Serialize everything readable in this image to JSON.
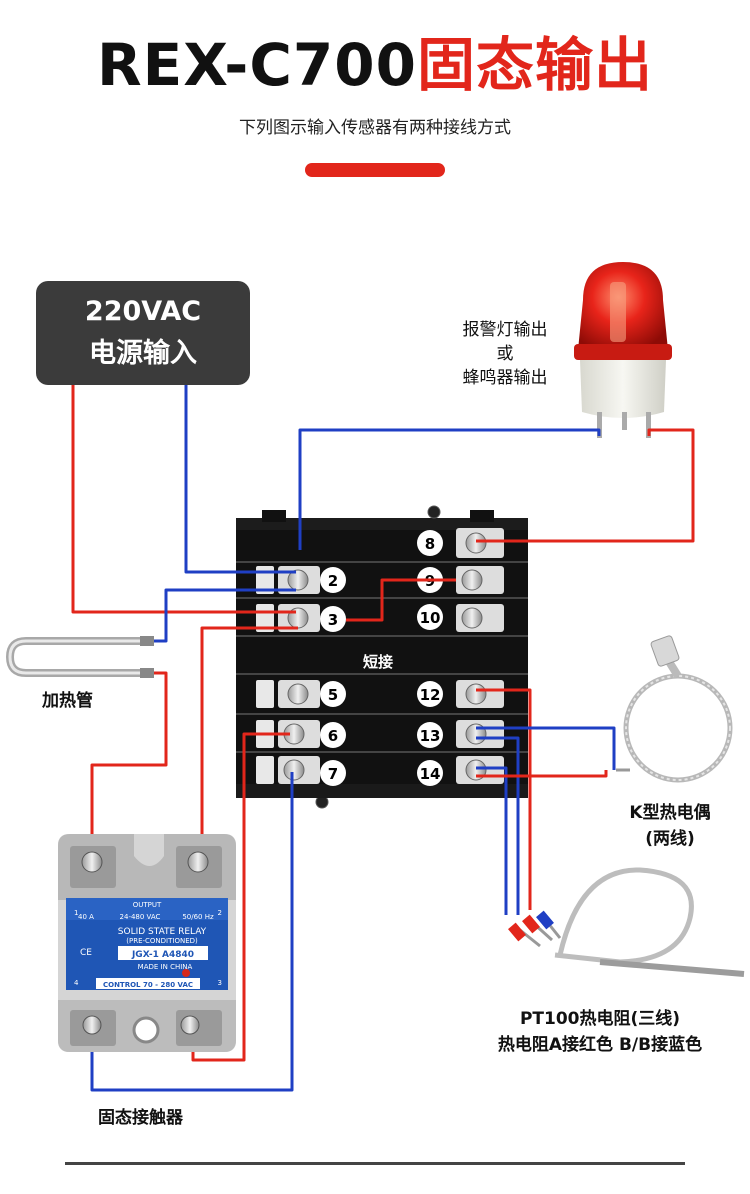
{
  "title": {
    "model": "REX-C700",
    "suffix": "固态输出"
  },
  "subtitle": "下列图示输入传感器有两种接线方式",
  "power": {
    "line1": "220VAC",
    "line2": "电源输入"
  },
  "alarm": {
    "line1": "报警灯输出",
    "line2": "或",
    "line3": "蜂鸣器输出"
  },
  "heater_label": "加热管",
  "short_label": "短接",
  "terminals_left": [
    "2",
    "3",
    "5",
    "6",
    "7"
  ],
  "terminals_right": [
    "8",
    "9",
    "10",
    "12",
    "13",
    "14"
  ],
  "thermocouple": {
    "line1": "K型热电偶",
    "line2": "(两线)"
  },
  "rtd": {
    "line1": "PT100热电阻(三线)",
    "line2": "热电阻A接红色  B/B接蓝色"
  },
  "ssr": {
    "output_label": "OUTPUT",
    "ratings": [
      "40 A",
      "24-480 VAC",
      "50/60 Hz"
    ],
    "name": "SOLID STATE RELAY",
    "sub": "(PRE-CONDITIONED)",
    "model": "JGX-1  A4840",
    "made": "MADE IN CHINA",
    "control": "CONTROL 70 - 280 VAC",
    "ce": "CE",
    "pins": [
      "1",
      "2",
      "4",
      "3"
    ]
  },
  "ssr_label": "固态接触器",
  "colors": {
    "red_wire": "#e2261b",
    "blue_wire": "#1f3fc4",
    "accent": "#e2261b",
    "dark_box": "#3b3b3b"
  }
}
